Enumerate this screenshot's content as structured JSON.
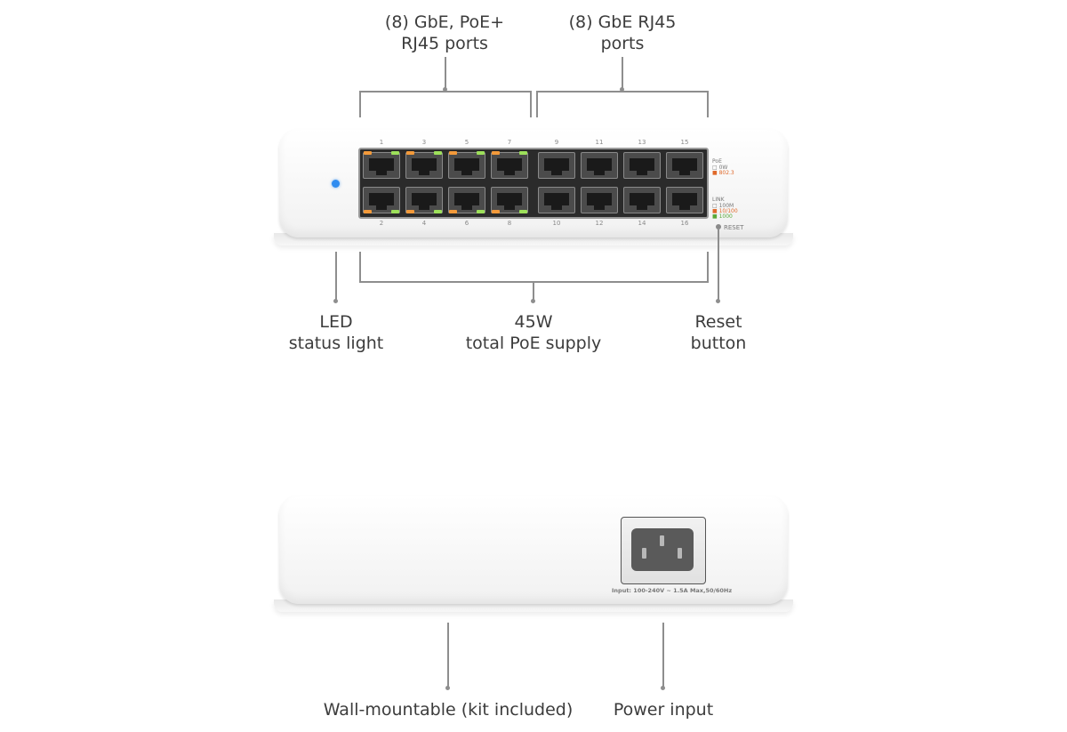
{
  "callouts": {
    "poe_ports": [
      "(8) GbE, PoE+",
      "RJ45 ports"
    ],
    "gbe_ports": [
      "(8) GbE RJ45",
      "ports"
    ],
    "led": [
      "LED",
      "status light"
    ],
    "poe_supply": [
      "45W",
      "total PoE supply"
    ],
    "reset": [
      "Reset",
      "button"
    ],
    "wall_mount": "Wall-mountable (kit included)",
    "power_input": "Power input"
  },
  "front_panel": {
    "top_port_numbers": [
      "1",
      "3",
      "5",
      "7",
      "9",
      "11",
      "13",
      "15"
    ],
    "bottom_port_numbers": [
      "2",
      "4",
      "6",
      "8",
      "10",
      "12",
      "14",
      "16"
    ],
    "poe_legend": "PoE",
    "poe_legend_1": "□ 0W",
    "poe_legend_2": "■ 802.3",
    "link_legend": "LINK",
    "link_legend_1": "□ 100M",
    "link_legend_2": "■ 10/100",
    "link_legend_3": "■ 1000",
    "reset_label": "RESET"
  },
  "rear_panel": {
    "power_spec": "Input: 100-240V ~ 1.5A Max,50/60Hz"
  },
  "colors": {
    "status_led": "#2f8cf0",
    "port_led_orange": "#f39a3a",
    "port_led_green": "#9de05a"
  }
}
